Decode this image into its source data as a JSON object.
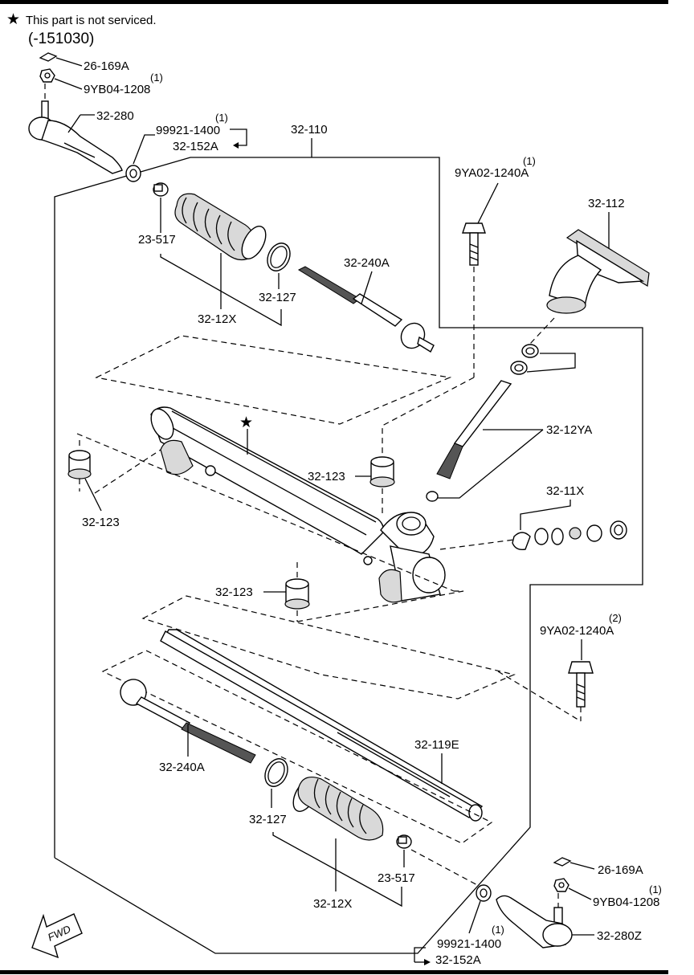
{
  "note": {
    "symbol": "★",
    "text": "This part is not serviced.",
    "date_code": "(-151030)"
  },
  "labels": {
    "clip_top": "26-169A",
    "nut_top": "9YB04-1208",
    "nut_top_qty": "(1)",
    "tie_rod_end_left": "32-280",
    "bush_top_code": "99921-1400",
    "bush_top_qty": "(1)",
    "bush_top_alt": "32-152A",
    "gear_assembly": "32-110",
    "bolt_top": "9YA02-1240A",
    "bolt_top_qty": "(1)",
    "boot_upper_cover": "32-112",
    "clamp_upper": "23-517",
    "band_upper": "32-127",
    "boot_set_upper": "32-12X",
    "tie_rod_upper": "32-240A",
    "pinion_set": "32-12YA",
    "mount_left": "32-123",
    "mount_center": "32-123",
    "mount_lower": "32-123",
    "seal_kit": "32-11X",
    "bolt_lower": "9YA02-1240A",
    "bolt_lower_qty": "(2)",
    "rack": "32-119E",
    "tie_rod_lower": "32-240A",
    "band_lower": "32-127",
    "clamp_lower": "23-517",
    "boot_set_lower": "32-12X",
    "clip_bottom": "26-169A",
    "nut_bottom": "9YB04-1208",
    "nut_bottom_qty": "(1)",
    "bush_bottom_code": "99921-1400",
    "bush_bottom_qty": "(1)",
    "bush_bottom_alt": "32-152A",
    "tie_rod_end_right": "32-280Z",
    "fwd": "FWD"
  }
}
